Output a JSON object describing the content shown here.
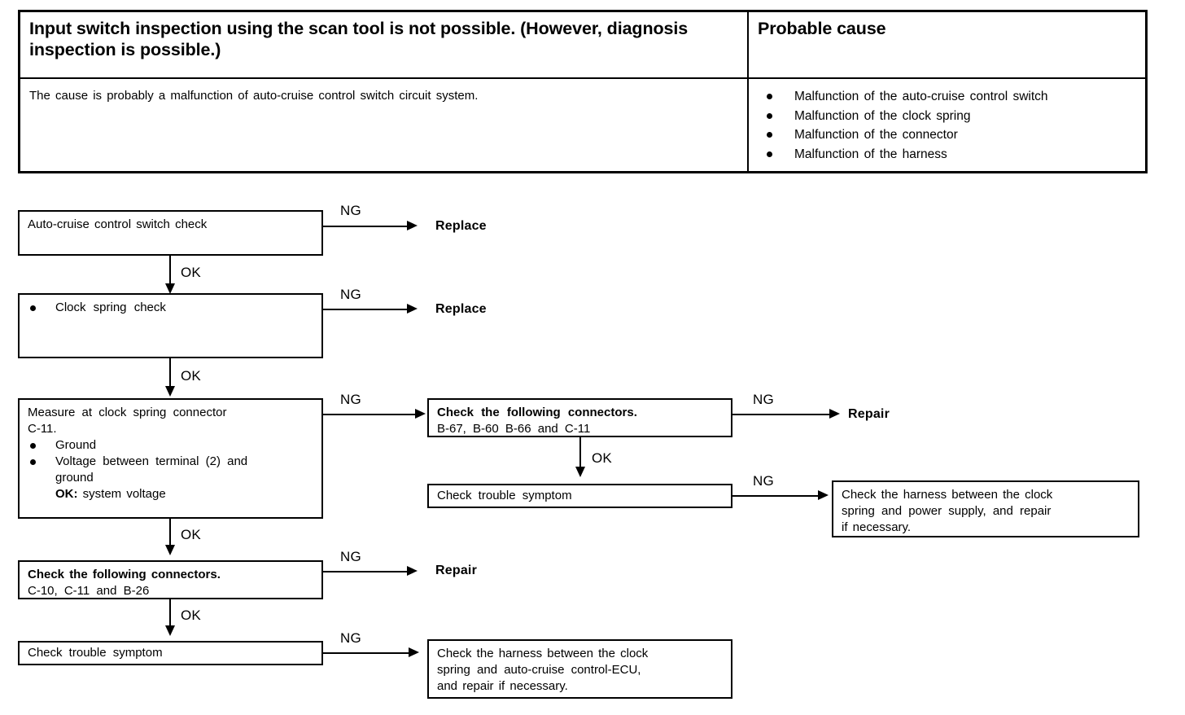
{
  "symptom_table": {
    "header_left": "Input switch inspection using the scan tool is not possible. (However, diagnosis inspection is possible.)",
    "header_left_line1": "Input switch inspection using the scan tool is not possible.",
    "header_left_line2": "(However, diagnosis inspection is possible.)",
    "header_right": "Probable cause",
    "body_left": "The cause is probably a malfunction of auto-cruise control switch circuit system.",
    "causes": [
      "Malfunction of the auto-cruise control switch",
      "Malfunction of the clock spring",
      "Malfunction of the connector",
      "Malfunction of the harness"
    ]
  },
  "flowchart": {
    "steps": {
      "switch_check": "Auto-cruise control switch check",
      "clock_spring_check": "Clock  spring  check",
      "measure_line1": "Measure at clock spring connector",
      "measure_line2": "C-11.",
      "measure_item1": "Ground",
      "measure_item2_line1": "Voltage between terminal (2) and",
      "measure_item2_line2": "ground",
      "measure_ok": "OK:",
      "measure_ok_value": "system voltage",
      "connectors_mid_title": "Check the following connectors.",
      "connectors_mid_list": "B-67, B-60 B-66 and C-11",
      "trouble_symptom_mid": "Check  trouble  symptom",
      "connectors_bottom_title": "Check the following connectors.",
      "connectors_bottom_list": "C-10, C-11 and B-26",
      "trouble_symptom_bottom": "Check  trouble  symptom",
      "harness_power_line1": "Check the harness between the clock",
      "harness_power_line2": "spring and power supply, and repair",
      "harness_power_line3": "if necessary.",
      "harness_ecu_line1": "Check the harness between the clock",
      "harness_ecu_line2": "spring and auto-cruise control-ECU,",
      "harness_ecu_line3": "and repair if necessary."
    },
    "edge_labels": {
      "ng": "NG",
      "ok": "OK"
    },
    "terminals": {
      "replace": "Replace",
      "repair": "Repair"
    }
  },
  "colors": {
    "ink": "#000000",
    "paper": "#ffffff"
  }
}
